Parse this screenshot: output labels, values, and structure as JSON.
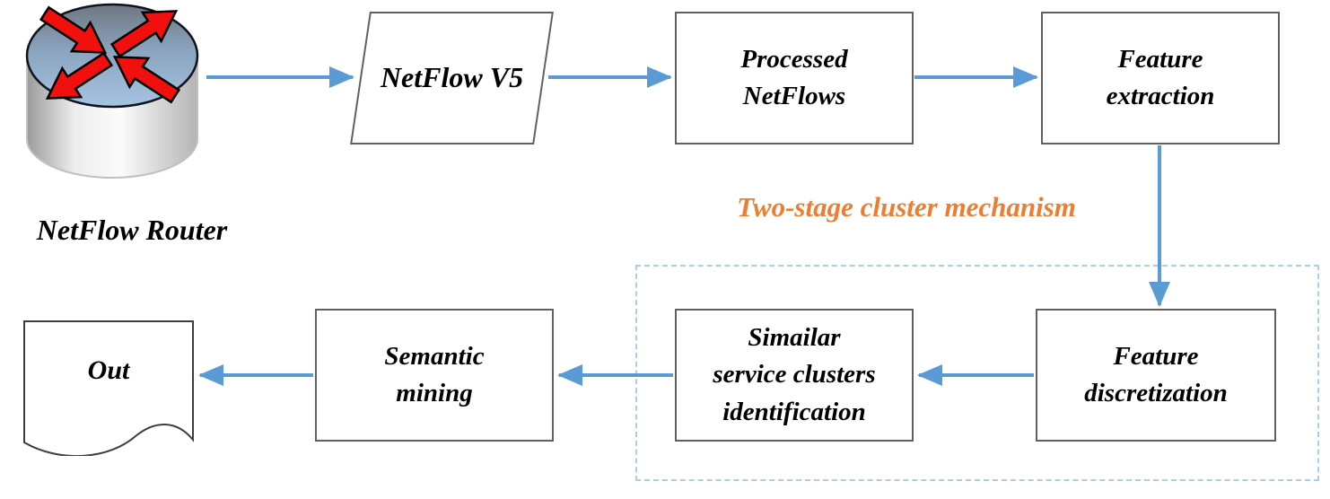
{
  "figure": {
    "type": "flow-diagram",
    "description": "NetFlow two-stage cluster processing pipeline"
  },
  "colors": {
    "arrow": "#5B9BD5",
    "box-border": "#606060",
    "dashed-border": "#AECDE9",
    "annotation": "#ED7D31",
    "text": "#000000",
    "router-red": "#F2100F"
  },
  "router": {
    "icon": "router-cylinder-red-arrows-icon",
    "label": "NetFlow Router"
  },
  "annotation": {
    "label": "Two-stage cluster mechanism"
  },
  "nodes": {
    "netflow_v5": "NetFlow V5",
    "processed_netflows": "Processed\nNetFlows",
    "feature_extraction": "Feature\nextraction",
    "feature_discretization": "Feature\ndiscretization",
    "similar_service_clusters": "Simailar\nservice clusters\nidentification",
    "semantic_mining": "Semantic\nmining",
    "out": "Out"
  }
}
